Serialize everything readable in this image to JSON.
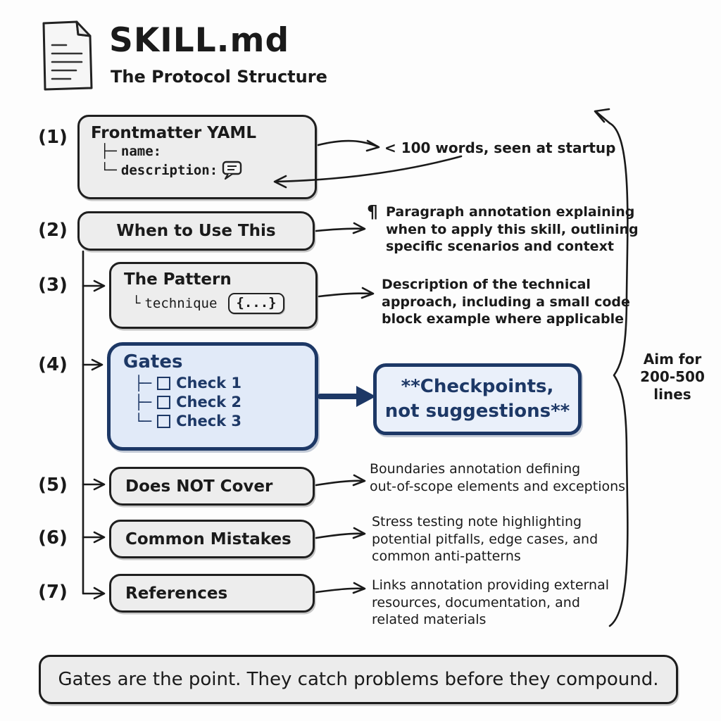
{
  "header": {
    "title": "SKILL.md",
    "subtitle": "The Protocol Structure"
  },
  "colors": {
    "ink": "#1a1a1a",
    "box_fill": "#ededed",
    "navy": "#1d3866",
    "navy_fill": "#e1eaf8"
  },
  "sections": [
    {
      "number": "(1)",
      "title": "Frontmatter YAML",
      "items": [
        {
          "prefix": "├─",
          "label": "name:"
        },
        {
          "prefix": "└─",
          "label": "description:"
        }
      ],
      "annotation": "< 100 words, seen at startup"
    },
    {
      "number": "(2)",
      "title": "When to Use This",
      "annotation_icon": "¶",
      "annotation": "Paragraph annotation explaining\nwhen to apply this skill, outlining\nspecific scenarios and context"
    },
    {
      "number": "(3)",
      "title": "The Pattern",
      "items": [
        {
          "prefix": "└",
          "label": "technique"
        }
      ],
      "code_badge": "{...}",
      "annotation": "Description of the technical\napproach, including a small code\nblock example where applicable"
    },
    {
      "number": "(4)",
      "title": "Gates",
      "checks": [
        {
          "prefix": "├─",
          "label": "Check 1"
        },
        {
          "prefix": "├─",
          "label": "Check 2"
        },
        {
          "prefix": "└─",
          "label": "Check 3"
        }
      ],
      "callout": "**Checkpoints,\nnot suggestions**"
    },
    {
      "number": "(5)",
      "title": "Does NOT Cover",
      "annotation": "Boundaries annotation defining\nout-of-scope elements and exceptions"
    },
    {
      "number": "(6)",
      "title": "Common Mistakes",
      "annotation": "Stress testing note highlighting\npotential pitfalls, edge cases, and\ncommon anti-patterns"
    },
    {
      "number": "(7)",
      "title": "References",
      "annotation": "Links annotation providing external\nresources, documentation, and\nrelated materials"
    }
  ],
  "brace_label": "Aim for\n200-500\nlines",
  "footer": "Gates are the point. They catch problems before they compound."
}
